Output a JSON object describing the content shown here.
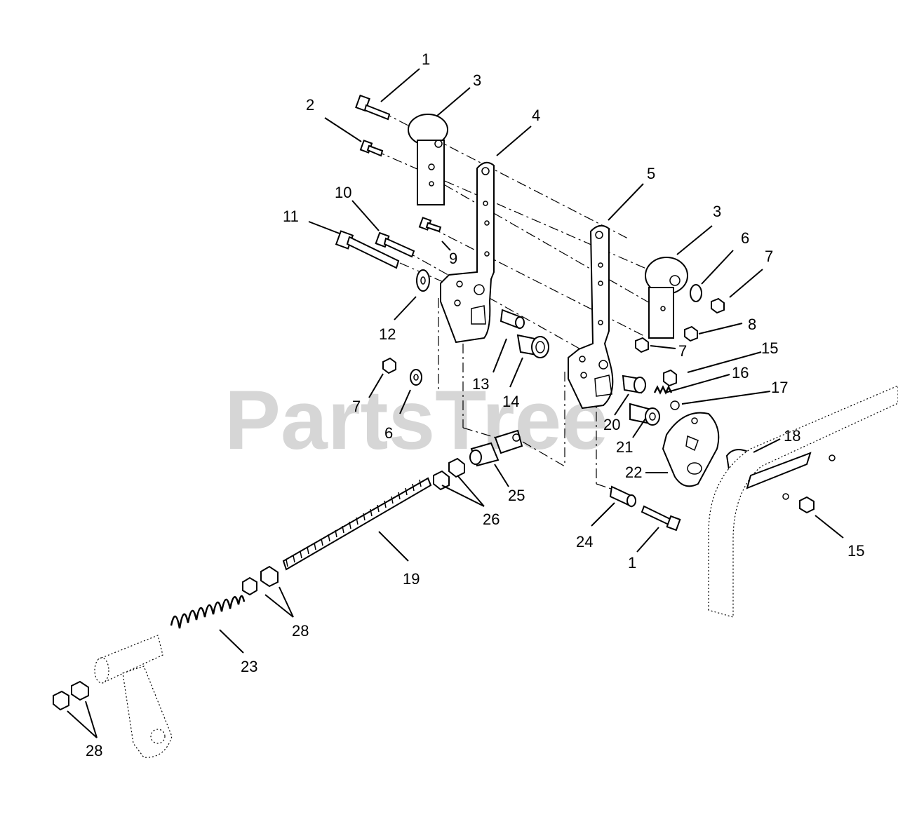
{
  "watermark": "PartsTree",
  "callouts": {
    "c1_top": "1",
    "c2": "2",
    "c3_left": "3",
    "c4": "4",
    "c5": "5",
    "c3_right": "3",
    "c6_right": "6",
    "c7_right": "7",
    "c8": "8",
    "c7_mid": "7",
    "c15_mid": "15",
    "c16": "16",
    "c17": "17",
    "c10": "10",
    "c11": "11",
    "c9": "9",
    "c12": "12",
    "c13": "13",
    "c14": "14",
    "c7_left": "7",
    "c6_left": "6",
    "c20": "20",
    "c21": "21",
    "c22": "22",
    "c18": "18",
    "c25": "25",
    "c26": "26",
    "c24": "24",
    "c1_bottom": "1",
    "c15_right": "15",
    "c19": "19",
    "c28_mid": "28",
    "c23": "23",
    "c28_left": "28"
  }
}
